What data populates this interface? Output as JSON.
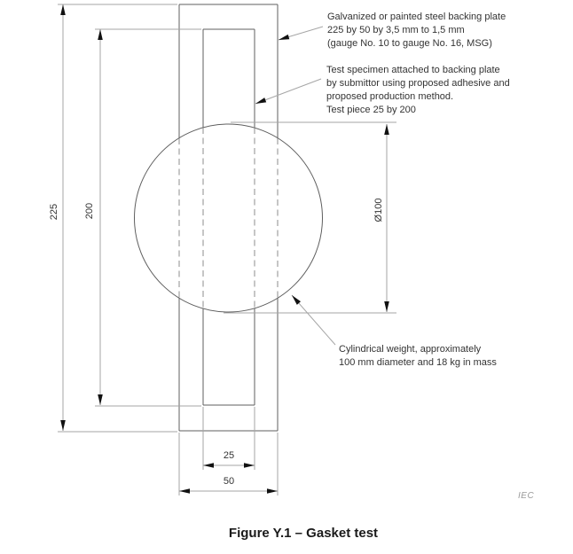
{
  "figure": {
    "caption": "Figure Y.1 – Gasket test",
    "source_label": "IEC"
  },
  "annotations": {
    "backing_plate": {
      "lines": [
        "Galvanized or painted steel backing plate",
        "225 by 50 by 3,5 mm to 1,5 mm",
        "(gauge No. 10 to gauge No. 16, MSG)"
      ]
    },
    "test_specimen": {
      "lines": [
        "Test specimen attached to backing plate",
        "by submittor using proposed adhesive and",
        "proposed production method.",
        "Test piece 25 by 200"
      ]
    },
    "cylindrical_weight": {
      "lines": [
        "Cylindrical weight, approximately",
        "100 mm diameter and 18 kg in mass"
      ]
    }
  },
  "dimensions": {
    "plate_height": "225",
    "specimen_height": "200",
    "specimen_width": "25",
    "plate_width": "50",
    "weight_diameter": "Ø100"
  },
  "colors": {
    "shape_line": "#5f5f5f",
    "dash_line": "#8d8d8d",
    "dim_line": "#a6a6a6",
    "arrow": "#111111",
    "text": "#333333",
    "source_text": "#9a9a9a",
    "background": "#ffffff"
  }
}
